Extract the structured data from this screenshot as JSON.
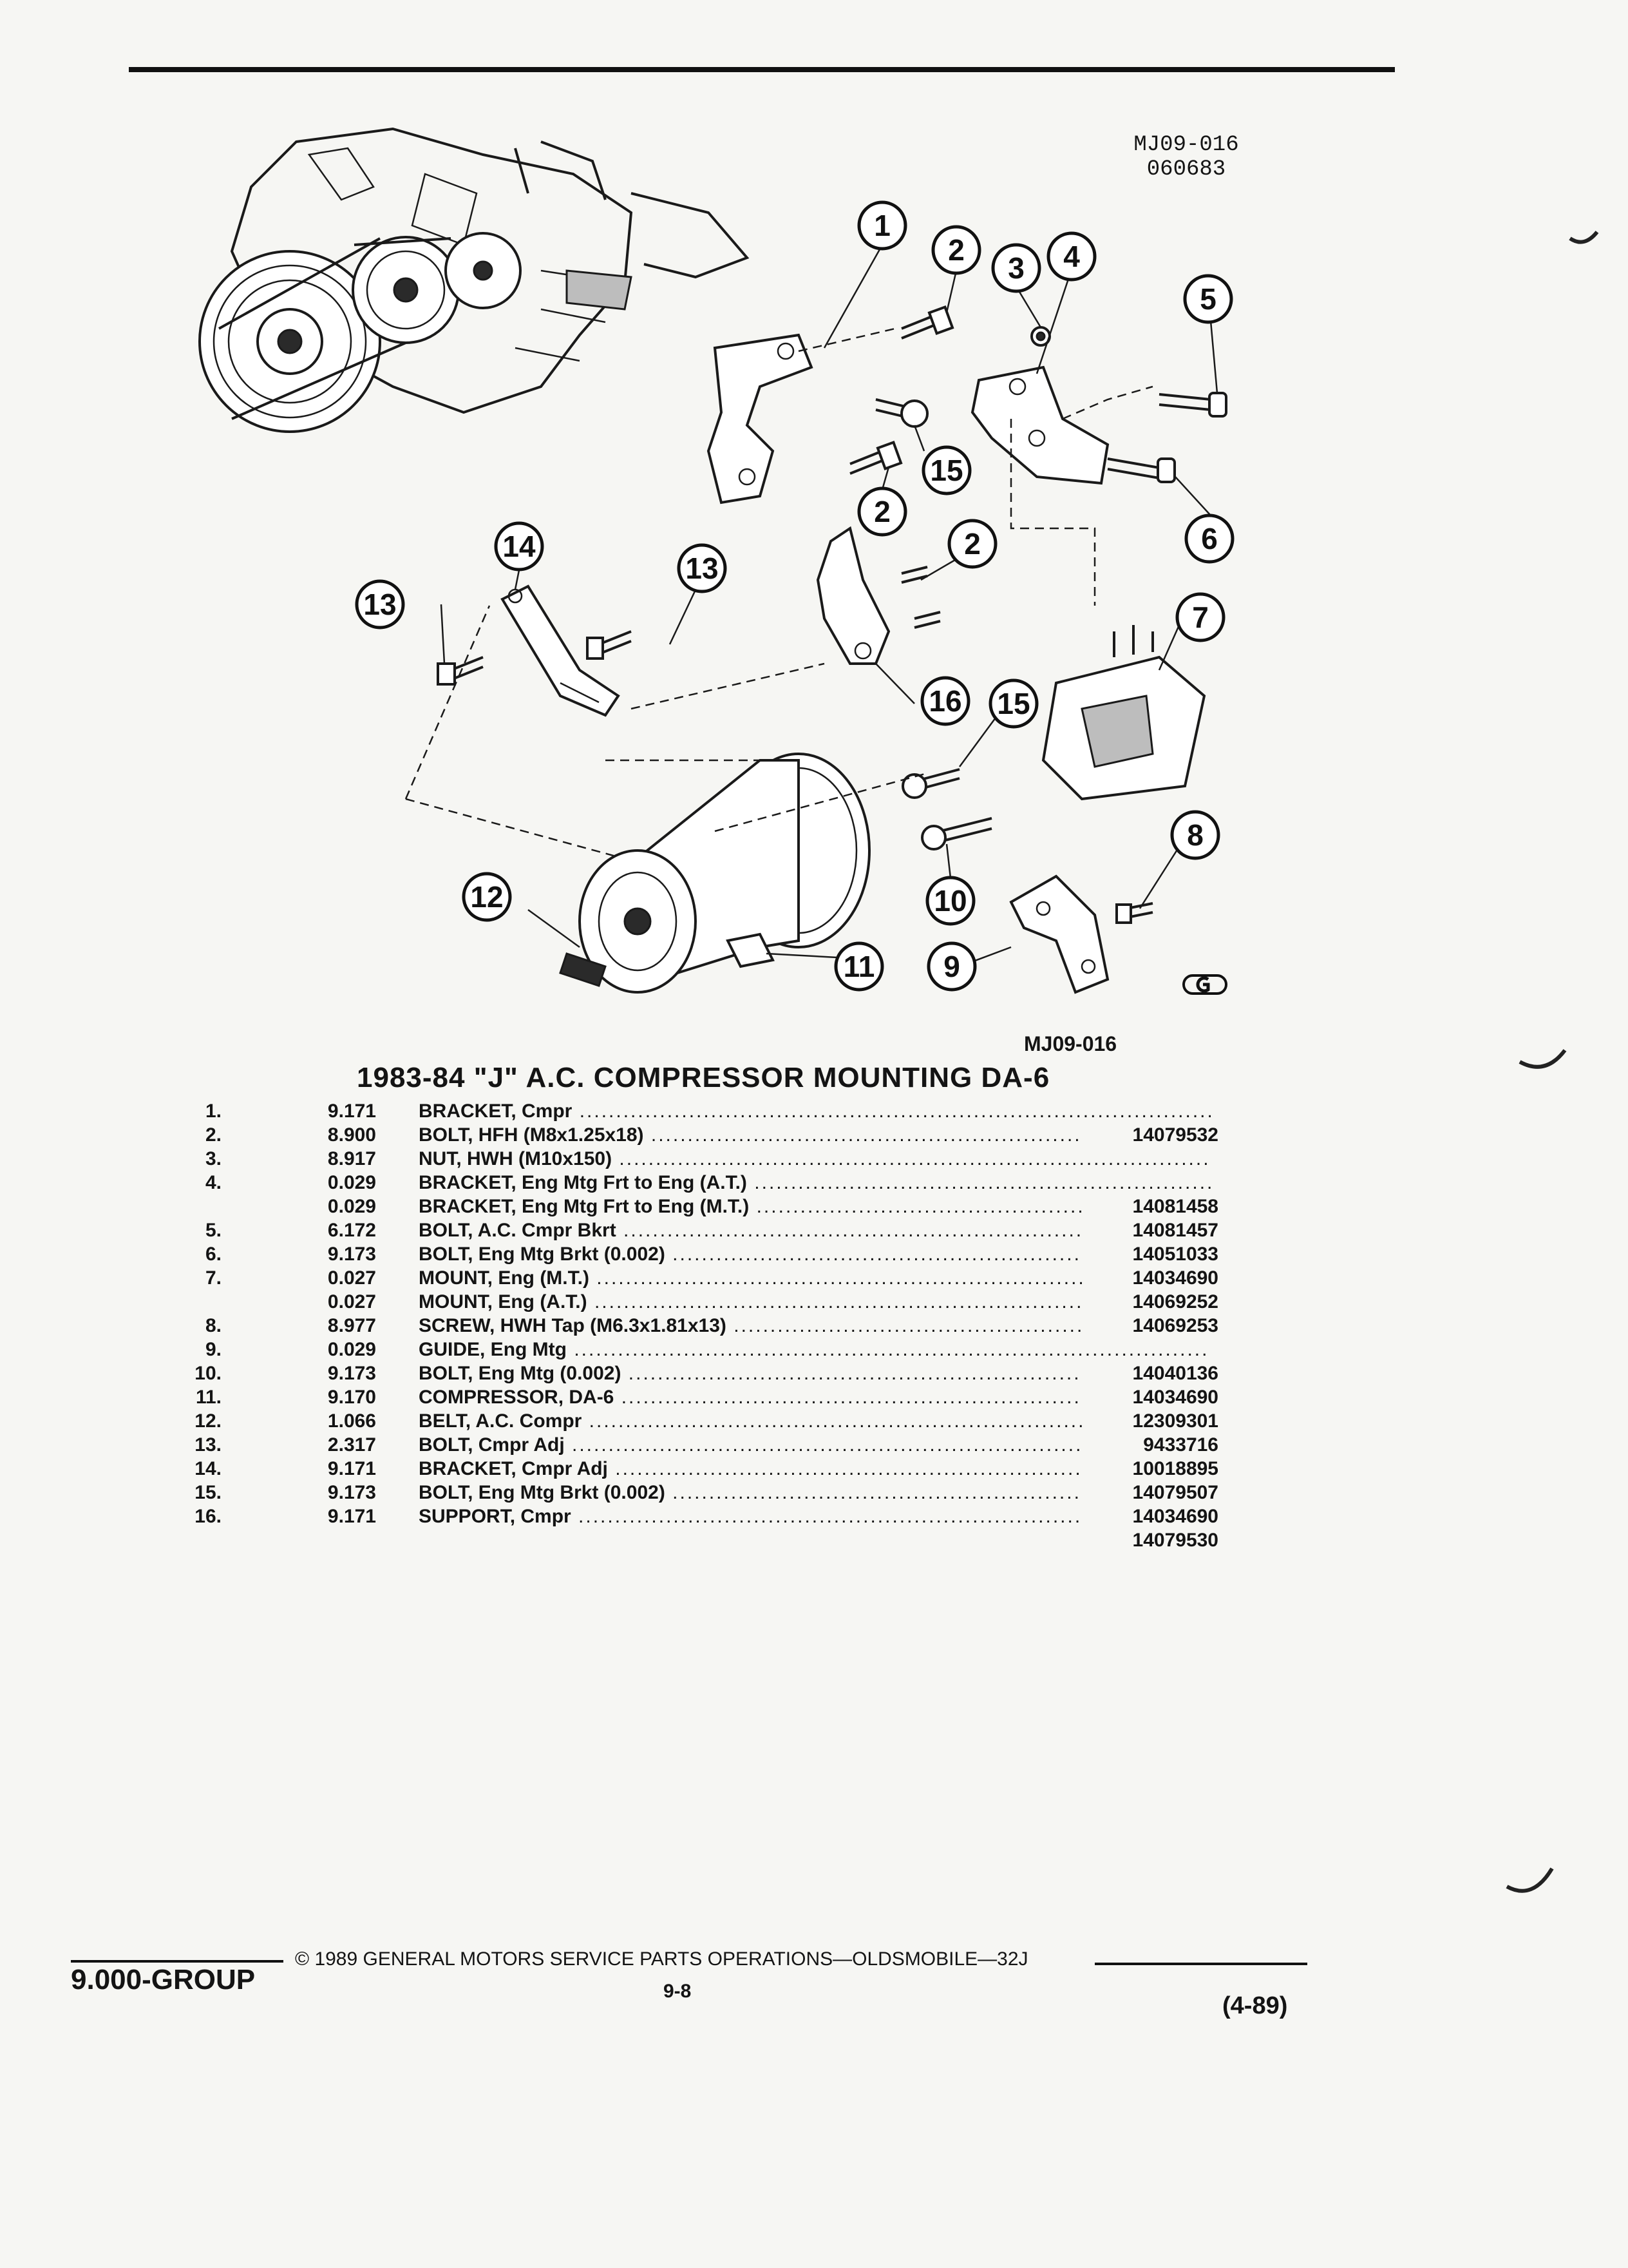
{
  "figure": {
    "id_line1": "MJ09-016",
    "id_line2": "060683",
    "bottom_id": "MJ09-016",
    "callouts": [
      "1",
      "2",
      "3",
      "4",
      "5",
      "2",
      "15",
      "6",
      "2",
      "14",
      "13",
      "13",
      "16",
      "15",
      "7",
      "8",
      "10",
      "12",
      "11",
      "9"
    ]
  },
  "title": "1983-84 \"J\" A.C. COMPRESSOR MOUNTING DA-6",
  "parts": [
    {
      "num": "1.",
      "code": "9.171",
      "desc": "BRACKET, Cmpr",
      "partno": ""
    },
    {
      "num": "2.",
      "code": "8.900",
      "desc": "BOLT, HFH (M8x1.25x18)",
      "partno": "14079532"
    },
    {
      "num": "3.",
      "code": "8.917",
      "desc": "NUT, HWH (M10x150)",
      "partno": ""
    },
    {
      "num": "4.",
      "code": "0.029",
      "desc": "BRACKET, Eng Mtg Frt to Eng (A.T.)",
      "partno": ""
    },
    {
      "num": "",
      "code": "0.029",
      "desc": "BRACKET, Eng Mtg Frt to Eng (M.T.)",
      "partno": "14081458"
    },
    {
      "num": "5.",
      "code": "6.172",
      "desc": "BOLT, A.C. Cmpr Bkrt",
      "partno": "14081457"
    },
    {
      "num": "6.",
      "code": "9.173",
      "desc": "BOLT, Eng Mtg Brkt (0.002)",
      "partno": "14051033"
    },
    {
      "num": "7.",
      "code": "0.027",
      "desc": "MOUNT, Eng (M.T.)",
      "partno": "14034690"
    },
    {
      "num": "",
      "code": "0.027",
      "desc": "MOUNT, Eng (A.T.)",
      "partno": "14069252"
    },
    {
      "num": "8.",
      "code": "8.977",
      "desc": "SCREW, HWH Tap (M6.3x1.81x13)",
      "partno": "14069253"
    },
    {
      "num": "9.",
      "code": "0.029",
      "desc": "GUIDE, Eng Mtg",
      "partno": ""
    },
    {
      "num": "10.",
      "code": "9.173",
      "desc": "BOLT, Eng Mtg (0.002)",
      "partno": "14040136"
    },
    {
      "num": "11.",
      "code": "9.170",
      "desc": "COMPRESSOR, DA-6",
      "partno": "14034690"
    },
    {
      "num": "12.",
      "code": "1.066",
      "desc": "BELT, A.C. Compr",
      "partno": "12309301"
    },
    {
      "num": "13.",
      "code": "2.317",
      "desc": "BOLT, Cmpr Adj",
      "partno": "9433716"
    },
    {
      "num": "14.",
      "code": "9.171",
      "desc": "BRACKET, Cmpr Adj",
      "partno": "10018895"
    },
    {
      "num": "15.",
      "code": "9.173",
      "desc": "BOLT, Eng Mtg Brkt (0.002)",
      "partno": "14079507"
    },
    {
      "num": "16.",
      "code": "9.171",
      "desc": "SUPPORT, Cmpr",
      "partno": "14034690"
    },
    {
      "num": "",
      "code": "",
      "desc": "",
      "partno": "14079530"
    }
  ],
  "footer": {
    "group": "9.000-GROUP",
    "copyright": "© 1989 GENERAL MOTORS SERVICE PARTS OPERATIONS—OLDSMOBILE—32J",
    "page": "9-8",
    "date": "(4-89)"
  },
  "colors": {
    "ink": "#141414",
    "paper": "#f6f6f3"
  },
  "icons": {
    "logo": "gm-service-parts-logo-icon"
  }
}
